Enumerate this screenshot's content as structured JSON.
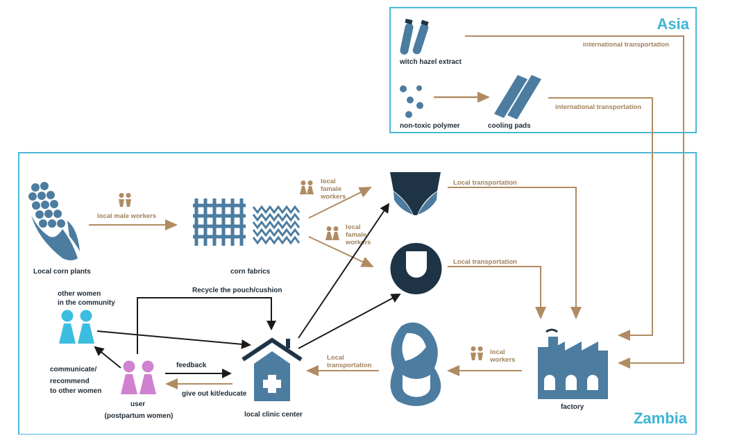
{
  "colors": {
    "region_border": "#4ab7d8",
    "region_label": "#3db4d6",
    "steel_blue": "#4c7ca0",
    "navy": "#1e3446",
    "tan": "#b08b62",
    "cyan": "#3bbde0",
    "pink": "#cf82cf",
    "black_arrow": "#1a1a1a"
  },
  "regions": {
    "asia": "Asia",
    "zambia": "Zambia"
  },
  "nodes": {
    "witch_hazel": "witch hazel extract",
    "polymer": "non-toxic polymer",
    "cooling_pads": "cooling pads",
    "corn_plants": "Local corn plants",
    "corn_fabrics": "corn fabrics",
    "factory": "factory",
    "clinic": "local clinic center",
    "user_line1": "user",
    "user_line2": "(postpartum women)",
    "other_women_line1": "other women",
    "other_women_line2": "in the community",
    "communicate_line1": "communicate/",
    "communicate_line2": "recommend",
    "communicate_line3": "to other women"
  },
  "flows": {
    "intl_transport_1": "international transportation",
    "intl_transport_2": "international transportation",
    "male_workers": "local male workers",
    "female_workers_a": [
      "local",
      "famale",
      "workers"
    ],
    "female_workers_b": [
      "local",
      "famale",
      "workers"
    ],
    "local_transport_1": "Local transportation",
    "local_transport_2": "Local transportation",
    "local_transport_3": [
      "Local",
      "transportation"
    ],
    "local_workers": [
      "local",
      "workers"
    ],
    "recycle": "Recycle the pouch/cushion",
    "feedback": "feedback",
    "give_out": "give out kit/educate"
  },
  "icons": {
    "witch_hazel": "test-tubes-icon",
    "polymer": "dots-icon",
    "cooling_pads": "cooling-pads-icon",
    "corn": "corn-icon",
    "weave": "woven-fabric-icon",
    "knit": "knit-fabric-icon",
    "underwear": "underwear-icon",
    "cushion": "donut-cushion-icon",
    "pouch": "pouch-icon",
    "factory": "factory-icon",
    "clinic": "clinic-house-icon",
    "workers": "worker-pair-icon",
    "women": "women-pair-icon"
  }
}
